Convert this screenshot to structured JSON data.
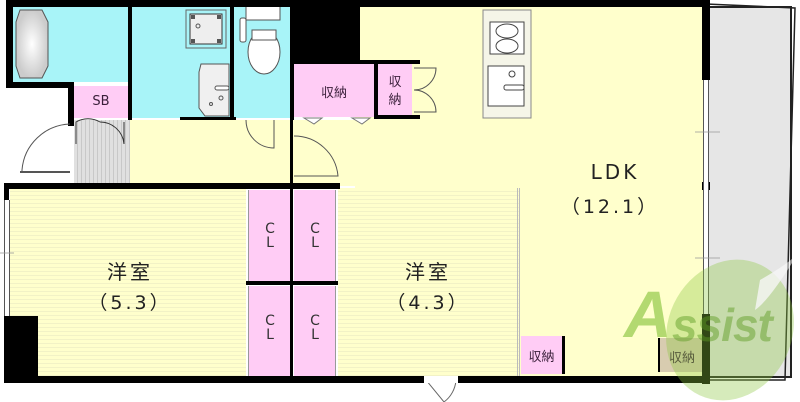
{
  "floor_plan": {
    "rooms": {
      "ldk": {
        "name": "LDK",
        "size": "（12.1）"
      },
      "western_room_1": {
        "name": "洋室",
        "size": "（5.3）"
      },
      "western_room_2": {
        "name": "洋室",
        "size": "（4.3）"
      }
    },
    "storage": {
      "shoe_box": "SB",
      "storage_upper": "収納",
      "storage_small_line1": "収",
      "storage_small_line2": "納",
      "storage_bottom_mid": "収納",
      "storage_bottom_right": "収納",
      "closet_line1": "C",
      "closet_line2": "L"
    },
    "watermark": {
      "text_a": "A",
      "text_rest": "ssist"
    },
    "colors": {
      "living_floor": "#ffffcc",
      "wet_area": "#a8f4f8",
      "storage": "#ffccf5",
      "balcony": "#e6e6e6",
      "wall": "#000000",
      "watermark_green": "#8cc63f",
      "watermark_red": "#e8735a"
    }
  }
}
